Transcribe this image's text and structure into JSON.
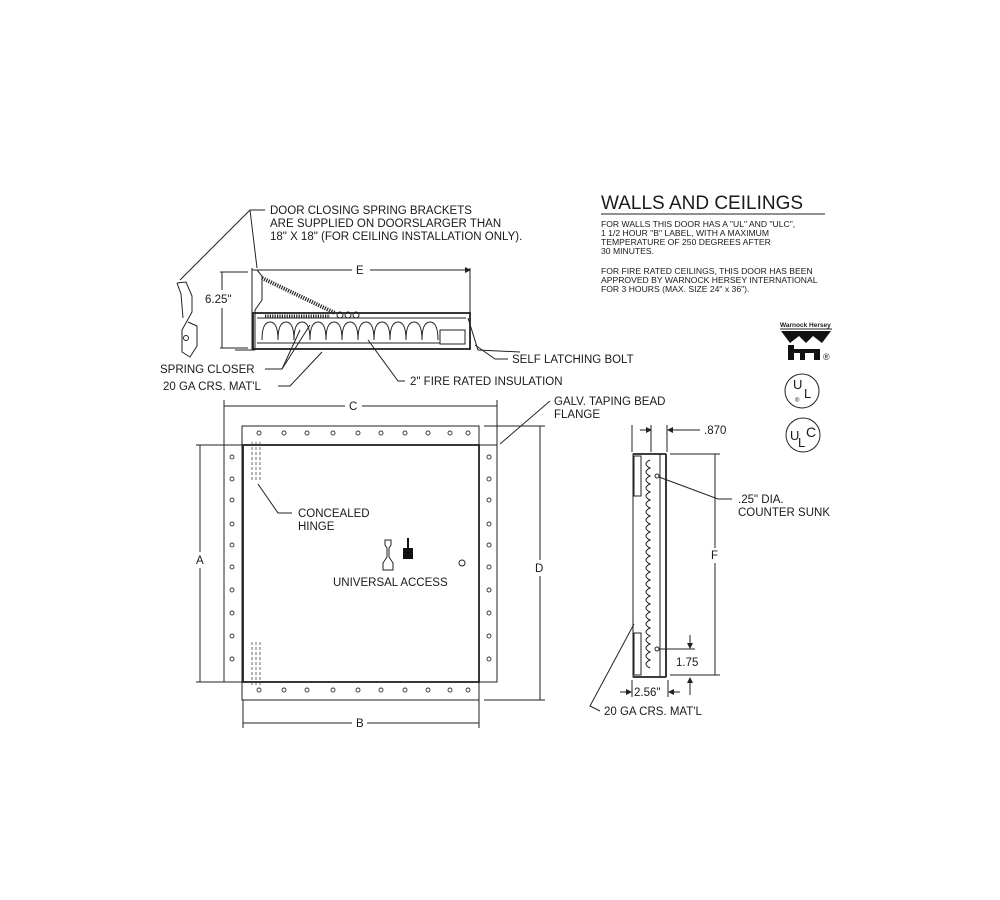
{
  "walls_ceilings": {
    "title": "WALLS AND CEILINGS",
    "para1": [
      "FOR WALLS THIS DOOR HAS A \"UL\" AND \"ULC\",",
      "1 1/2 HOUR \"B\" LABEL, WITH A MAXIMUM",
      "TEMPERATURE OF 250 DEGREES AFTER",
      "30 MINUTES."
    ],
    "para2": [
      "FOR FIRE RATED CEILINGS, THIS DOOR HAS BEEN",
      "APPROVED BY WARNOCK HERSEY INTERNATIONAL",
      "FOR 3 HOURS (MAX. SIZE 24\" x 36\")."
    ]
  },
  "logos": {
    "warnock_hersey": "Warnock Hersey",
    "registered": "®",
    "ul": [
      "U",
      "L"
    ],
    "ulc": [
      "U",
      "L",
      "C"
    ]
  },
  "section_view": {
    "bracket_note": [
      "DOOR CLOSING SPRING BRACKETS",
      "ARE SUPPLIED ON DOORSLARGER THAN",
      "18\" X 18\" (FOR CEILING INSTALLATION ONLY)."
    ],
    "dim_e": "E",
    "dim_height": "6.25\"",
    "spring_closer": "SPRING CLOSER",
    "material": "20 GA CRS. MAT'L",
    "insulation": "2\" FIRE RATED INSULATION",
    "latching_bolt": "SELF LATCHING BOLT"
  },
  "front_view": {
    "dim_c": "C",
    "dim_b": "B",
    "dim_a": "A",
    "dim_d": "D",
    "flange_note": [
      "GALV. TAPING BEAD",
      "FLANGE"
    ],
    "hinge_note": [
      "CONCEALED",
      "HINGE"
    ],
    "access_label": "UNIVERSAL ACCESS"
  },
  "side_view": {
    "dim_870": ".870",
    "hole_note": [
      ".25\" DIA.",
      "COUNTER SUNK"
    ],
    "dim_f": "F",
    "dim_175": "1.75",
    "dim_256": "2.56\"",
    "material": "20 GA CRS. MAT'L"
  }
}
